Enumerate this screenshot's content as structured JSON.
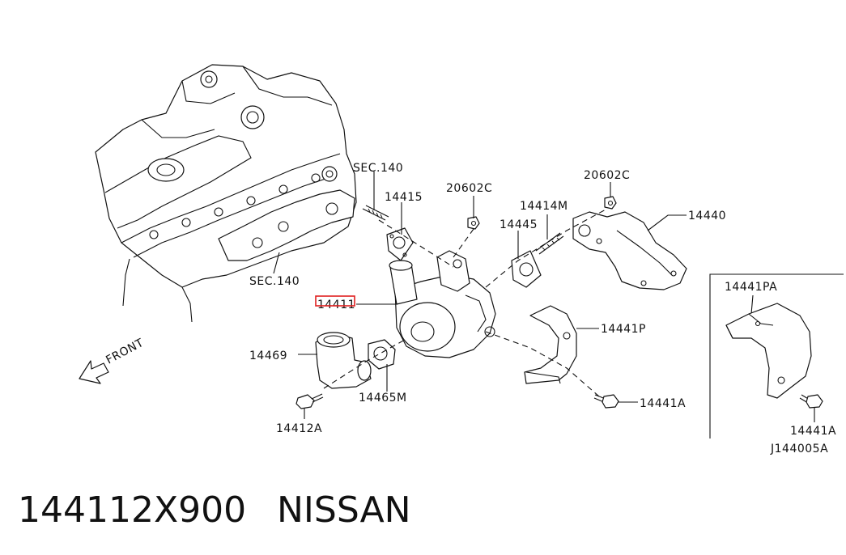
{
  "labels": {
    "sec140_top": "SEC.140",
    "sec140_bottom": "SEC.140",
    "p14415": "14415",
    "p20602c_a": "20602C",
    "p20602c_b": "20602C",
    "p14414m": "14414M",
    "p14445": "14445",
    "p14440": "14440",
    "p14411": "14411",
    "p14441p": "14441P",
    "p14469": "14469",
    "p14465m": "14465M",
    "p14412a": "14412A",
    "p14441a": "14441A",
    "front": "FRONT",
    "p14441pa": "14441PA",
    "p14441a_inset": "14441A",
    "diagram_code": "J144005A"
  },
  "footer": {
    "part_number": "144112X900",
    "brand": "NISSAN"
  },
  "colors": {
    "highlight": "#e02020",
    "ink": "#111111"
  }
}
